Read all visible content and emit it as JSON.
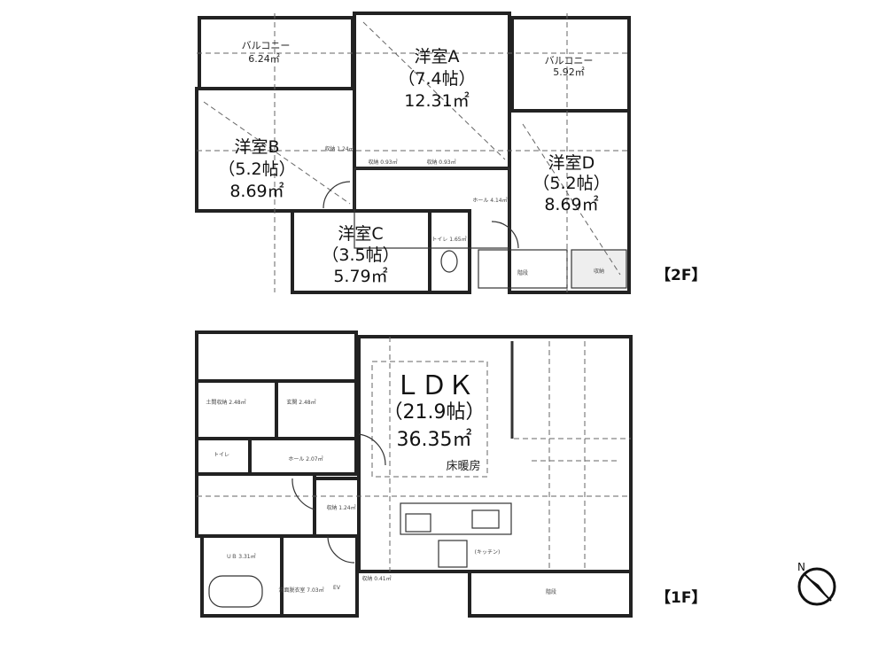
{
  "floor_2f": {
    "label": "【2F】",
    "balcony_left": {
      "name": "バルコニー",
      "area": "6.24㎡"
    },
    "balcony_right": {
      "name": "バルコニー",
      "area": "5.92㎡"
    },
    "room_a": {
      "name": "洋室A",
      "tatami": "（7.4帖）",
      "area": "12.31㎡"
    },
    "room_b": {
      "name": "洋室B",
      "tatami": "（5.2帖）",
      "area": "8.69㎡"
    },
    "room_c": {
      "name": "洋室C",
      "tatami": "（3.5帖）",
      "area": "5.79㎡"
    },
    "room_d": {
      "name": "洋室D",
      "tatami": "（5.2帖）",
      "area": "8.69㎡"
    },
    "small": {
      "storage_b": "収納 1.24㎡",
      "storage_a1": "収納 0.93㎡",
      "storage_a2": "収納 0.93㎡",
      "hall": "ホール 4.14㎡",
      "toilet": "トイレ 1.65㎡",
      "stairs": "階段",
      "storage_d": "収納"
    }
  },
  "floor_1f": {
    "label": "【1F】",
    "ldk": {
      "name": "ＬＤＫ",
      "tatami": "（21.9帖）",
      "area": "36.35㎡",
      "note": "床暖房"
    },
    "small": {
      "doma": "土間収納 2.48㎡",
      "entrance": "玄関 2.48㎡",
      "hall": "ホール 2.07㎡",
      "toilet": "トイレ",
      "storage1": "収納 1.24㎡",
      "ub": "ＵＢ 3.31㎡",
      "washroom": "洗面脱衣室 7.03㎡",
      "storage2": "収納 0.41㎡",
      "kitchen": "(キッチン)",
      "stairs": "階段",
      "ev": "EV"
    }
  },
  "compass": {
    "label": "N"
  }
}
